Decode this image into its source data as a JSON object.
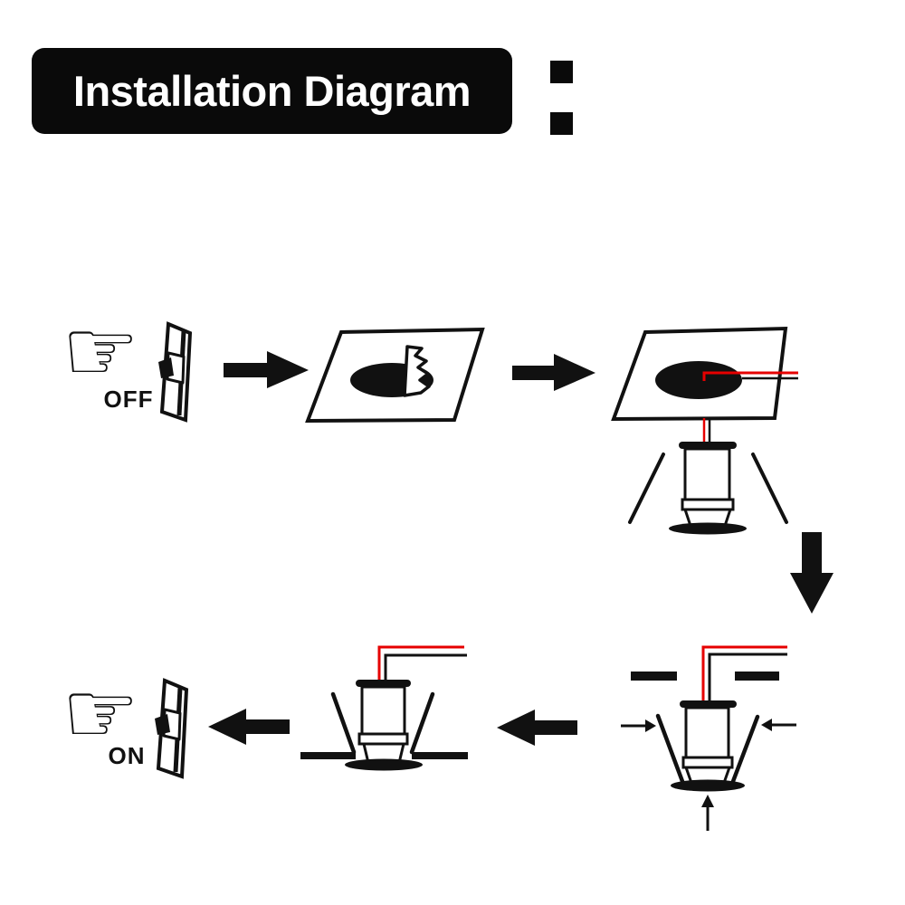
{
  "header": {
    "title": "Installation Diagram"
  },
  "labels": {
    "switch_off": "OFF",
    "switch_on": "ON"
  },
  "icons": {
    "pointing_hand": "☞"
  },
  "colors": {
    "ink": "#111111",
    "wire_live_red": "#e60000",
    "title_bg": "#0a0a0a",
    "title_text": "#ffffff",
    "background": "#ffffff"
  }
}
